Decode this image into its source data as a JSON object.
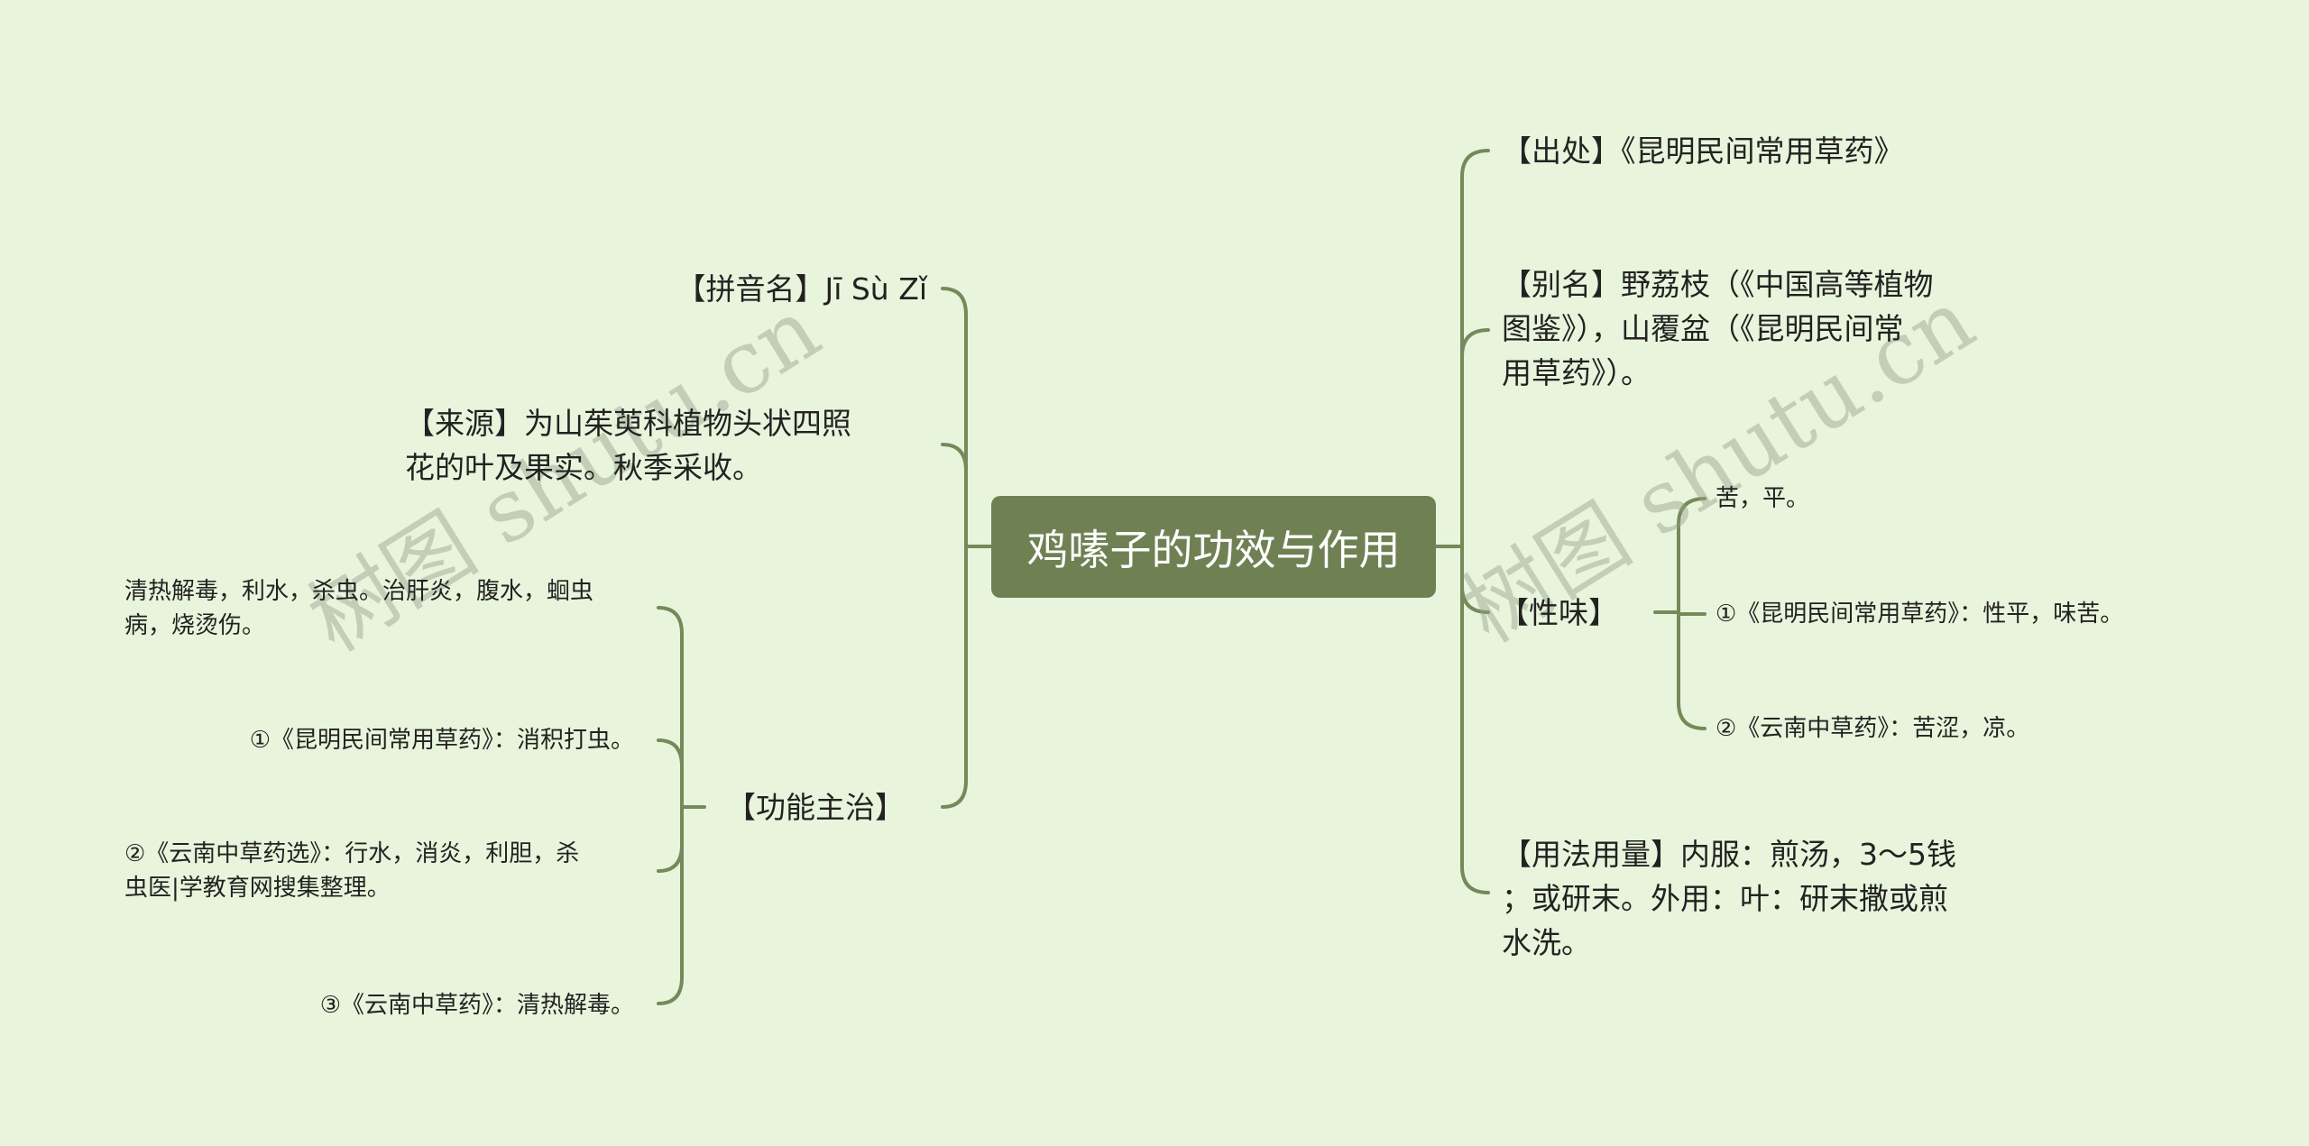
{
  "watermark": "树图 shutu.cn",
  "colors": {
    "background": "#e8f5dc",
    "center_node": "#6f8153",
    "line": "#77885a"
  },
  "center": {
    "title": "鸡嗉子的功效与作用"
  },
  "right": {
    "source": "【出处】《昆明民间常用草药》",
    "alias": [
      "【别名】野荔枝（《中国高等植物",
      "图鉴》），山覆盆（《昆明民间常",
      "用草药》）。"
    ],
    "nature": {
      "label": "【性味】",
      "children": [
        "苦，平。",
        "①《昆明民间常用草药》：性平，味苦。",
        "②《云南中草药》：苦涩，凉。"
      ]
    },
    "usage": [
      "【用法用量】内服：煎汤，3～5钱",
      "；或研末。外用：叶：研末撒或煎",
      "水洗。"
    ]
  },
  "left": {
    "pinyin": "【拼音名】Jī Sù Zǐ",
    "origin": [
      "【来源】为山茱萸科植物头状四照",
      "花的叶及果实。秋季采收。"
    ],
    "function": {
      "label": "【功能主治】",
      "children": [
        [
          "清热解毒，利水，杀虫。治肝炎，腹水，蛔虫",
          "病，烧烫伤。"
        ],
        [
          "①《昆明民间常用草药》：消积打虫。"
        ],
        [
          "②《云南中草药选》：行水，消炎，利胆，杀",
          "虫医|学教育网搜集整理。"
        ],
        [
          "③《云南中草药》：清热解毒。"
        ]
      ]
    }
  }
}
